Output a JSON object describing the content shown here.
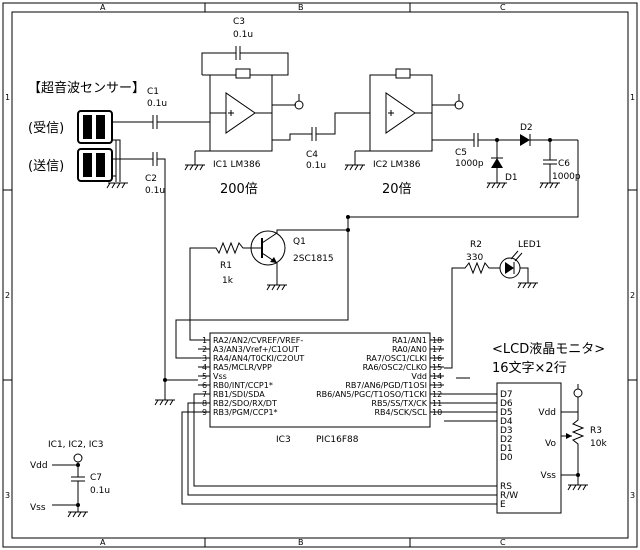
{
  "frame": {
    "cols": [
      "A",
      "B",
      "C"
    ],
    "rows": [
      "1",
      "2",
      "3"
    ]
  },
  "sensor": {
    "title": "【超音波センサー】",
    "rx": "(受信)",
    "tx": "(送信)"
  },
  "caps": {
    "c1": {
      "name": "C1",
      "value": "0.1u"
    },
    "c2": {
      "name": "C2",
      "value": "0.1u"
    },
    "c3": {
      "name": "C3",
      "value": "0.1u"
    },
    "c4": {
      "name": "C4",
      "value": "0.1u"
    },
    "c5": {
      "name": "C5",
      "value": "1000p"
    },
    "c6": {
      "name": "C6",
      "value": "1000p"
    },
    "c7": {
      "name": "C7",
      "value": "0.1u"
    }
  },
  "ic1": {
    "label": "IC1  LM386",
    "gain": "200倍"
  },
  "ic2": {
    "label": "IC2  LM386",
    "gain": "20倍"
  },
  "diodes": {
    "d1": "D1",
    "d2": "D2",
    "led": "LED1"
  },
  "q1": {
    "name": "Q1",
    "part": "2SC1815"
  },
  "r1": {
    "name": "R1",
    "value": "1k"
  },
  "r2": {
    "name": "R2",
    "value": "330"
  },
  "r3": {
    "name": "R3",
    "value": "10k"
  },
  "ic3": {
    "label": "IC3",
    "part": "PIC16F88",
    "left_pins": [
      {
        "num": "1",
        "name": "RA2/AN2/CVREF/VREF-"
      },
      {
        "num": "2",
        "name": "A3/AN3/Vref+/C1OUT"
      },
      {
        "num": "3",
        "name": "RA4/AN4/T0CKI/C2OUT"
      },
      {
        "num": "4",
        "name": "RA5/MCLR/VPP"
      },
      {
        "num": "5",
        "name": "Vss"
      },
      {
        "num": "6",
        "name": "RB0/INT/CCP1*"
      },
      {
        "num": "7",
        "name": "RB1/SDI/SDA"
      },
      {
        "num": "8",
        "name": "RB2/SDO/RX/DT"
      },
      {
        "num": "9",
        "name": "RB3/PGM/CCP1*"
      }
    ],
    "right_pins": [
      {
        "num": "18",
        "name": "RA1/AN1"
      },
      {
        "num": "17",
        "name": "RA0/AN0"
      },
      {
        "num": "16",
        "name": "RA7/OSC1/CLKI"
      },
      {
        "num": "15",
        "name": "RA6/OSC2/CLKO"
      },
      {
        "num": "14",
        "name": "Vdd"
      },
      {
        "num": "13",
        "name": "RB7/AN6/PGD/T1OSI"
      },
      {
        "num": "12",
        "name": "RB6/AN5/PGC/T1OSO/T1CKI"
      },
      {
        "num": "11",
        "name": "RB5/SS/TX/CK"
      },
      {
        "num": "10",
        "name": "RB4/SCK/SCL"
      }
    ]
  },
  "lcd": {
    "title": "<LCD液晶モニタ>",
    "subtitle": "16文字×2行",
    "pins_left": [
      "D7",
      "D6",
      "D5",
      "D4",
      "D3",
      "D2",
      "D1",
      "D0",
      "RS",
      "R/W",
      "E"
    ],
    "pins_right": [
      "Vdd",
      "Vo",
      "Vss"
    ]
  },
  "power": {
    "ics": "IC1, IC2, IC3",
    "vdd": "Vdd",
    "vss": "Vss"
  }
}
